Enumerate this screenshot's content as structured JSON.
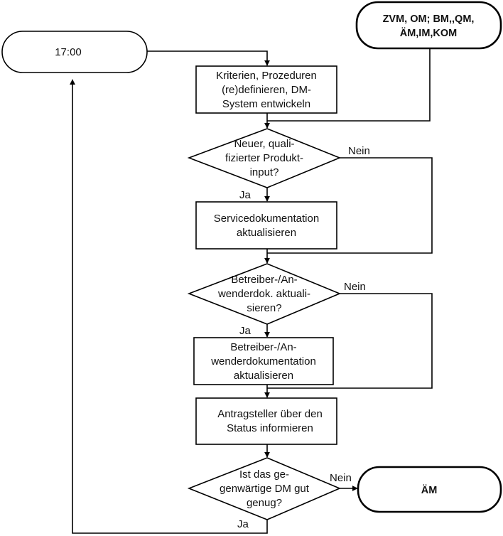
{
  "nodes": {
    "start": {
      "lines": [
        "17:00"
      ]
    },
    "inputs": {
      "lines": [
        "ZVM, OM; BM,,QM,",
        "ÄM,IM,KOM"
      ]
    },
    "define": {
      "lines": [
        "Kriterien, Prozeduren",
        "(re)definieren, DM-",
        "System entwickeln"
      ]
    },
    "decision_input": {
      "lines": [
        "Neuer, quali-",
        "fizierter Produkt-",
        "input?"
      ]
    },
    "service_doc": {
      "lines": [
        "Servicedokumentation",
        "aktualisieren"
      ]
    },
    "decision_operator": {
      "lines": [
        "Betreiber-/An-",
        "wenderdok. aktuali-",
        "sieren?"
      ]
    },
    "operator_doc": {
      "lines": [
        "Betreiber-/An-",
        "wenderdokumentation",
        "aktualisieren"
      ]
    },
    "inform": {
      "lines": [
        "Antragsteller über den",
        "Status informieren"
      ]
    },
    "decision_dm": {
      "lines": [
        "Ist das ge-",
        "genwärtige DM gut",
        "genug?"
      ]
    },
    "end": {
      "lines": [
        "ÄM"
      ]
    }
  },
  "labels": {
    "yes_1": "Ja",
    "no_1": "Nein",
    "yes_2": "Ja",
    "no_2": "Nein",
    "yes_3": "Ja",
    "no_3": "Nein"
  }
}
